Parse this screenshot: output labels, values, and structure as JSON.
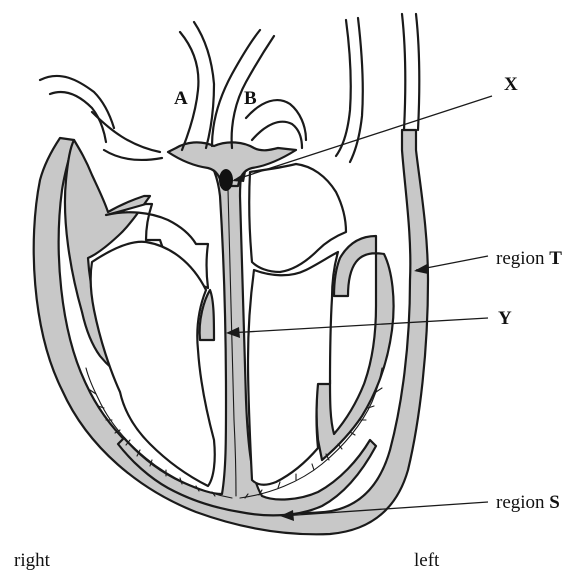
{
  "labels": {
    "a": "A",
    "b": "B",
    "x": "X",
    "y": "Y",
    "region_t_prefix": "region ",
    "region_t_letter": "T",
    "region_s_prefix": "region ",
    "region_s_letter": "S",
    "right": "right",
    "left": "left"
  },
  "colors": {
    "tissue": "#c8c8c8",
    "outline": "#1a1a1a",
    "node": "#111111"
  }
}
